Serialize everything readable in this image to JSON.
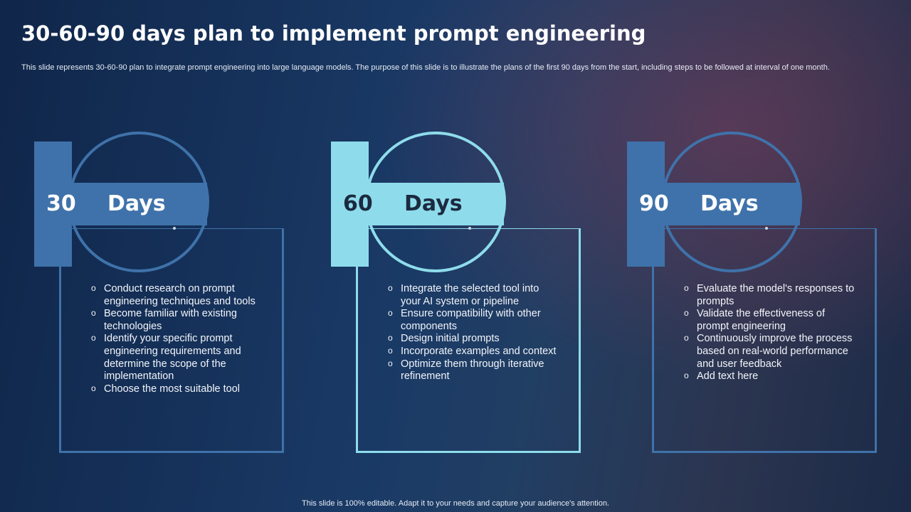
{
  "title": "30-60-90 days plan to implement prompt engineering",
  "subtitle": "This slide represents 30-60-90 plan to integrate prompt engineering into large language models. The purpose of this slide is to illustrate the plans of the first 90 days from the start, including steps to be followed at interval of one month.",
  "colors": {
    "dark_blue": "#3f72aa",
    "light_blue": "#8edceb",
    "ring_dark": "#3f72aa",
    "ring_light": "#8edceb"
  },
  "phases": [
    {
      "number": "30",
      "label": "Days",
      "items": [
        "Conduct research on prompt engineering techniques and tools",
        "Become familiar with existing technologies",
        "Identify your specific prompt engineering requirements and determine the scope of the implementation",
        "Choose the most suitable tool"
      ]
    },
    {
      "number": "60",
      "label": "Days",
      "items": [
        "Integrate the selected tool into your AI system or pipeline",
        "Ensure compatibility with other components",
        "Design initial prompts",
        "Incorporate examples and context",
        "Optimize them through iterative refinement"
      ]
    },
    {
      "number": "90",
      "label": "Days",
      "items": [
        "Evaluate the model's responses to prompts",
        "Validate the effectiveness of prompt engineering",
        "Continuously improve the process based on real-world performance and user feedback",
        "Add text here"
      ]
    }
  ],
  "footer": "This slide is 100% editable. Adapt it to your needs and capture your audience's attention."
}
